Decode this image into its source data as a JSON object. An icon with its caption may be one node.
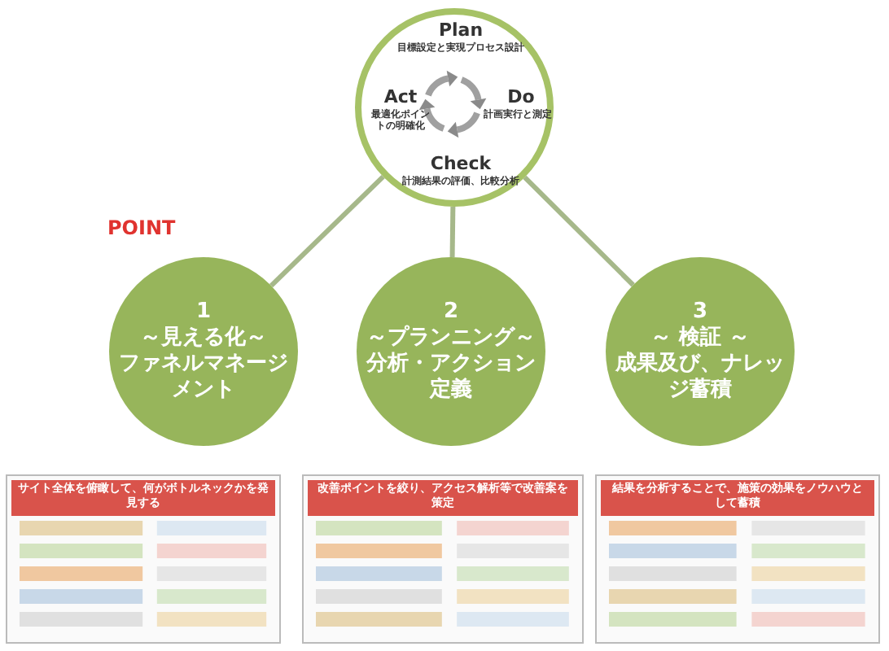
{
  "diagram": {
    "nodes": [
      {
        "text": [
          "Plan",
          "目標設定と実現プロセス設計",
          "Do",
          "計画実行と測定",
          "Check",
          "計測結果の評価、比較分析",
          "Act",
          "最適化ポイントの明確化"
        ]
      },
      {
        "text": [
          "1",
          "～見える化～",
          "ファネルマネージメント"
        ]
      },
      {
        "text": [
          "2",
          "～プランニング～",
          "分析・アクション定義"
        ]
      },
      {
        "text": [
          "3",
          "～ 検証 ～",
          "成果及び、ナレッジ蓄積"
        ]
      }
    ],
    "edges": [
      {
        "from": 0,
        "to": 1,
        "arrow": "none"
      },
      {
        "from": 0,
        "to": 2,
        "arrow": "none"
      },
      {
        "from": 0,
        "to": 3,
        "arrow": "none"
      }
    ],
    "labels": [
      "POINT",
      "サイト全体を俯瞰して、何がボトルネックかを発見する",
      "改善ポイントを絞り、アクセス解析等で改善案を策定",
      "結果を分析することで、施策の効果をノウハウとして蓄積"
    ]
  }
}
